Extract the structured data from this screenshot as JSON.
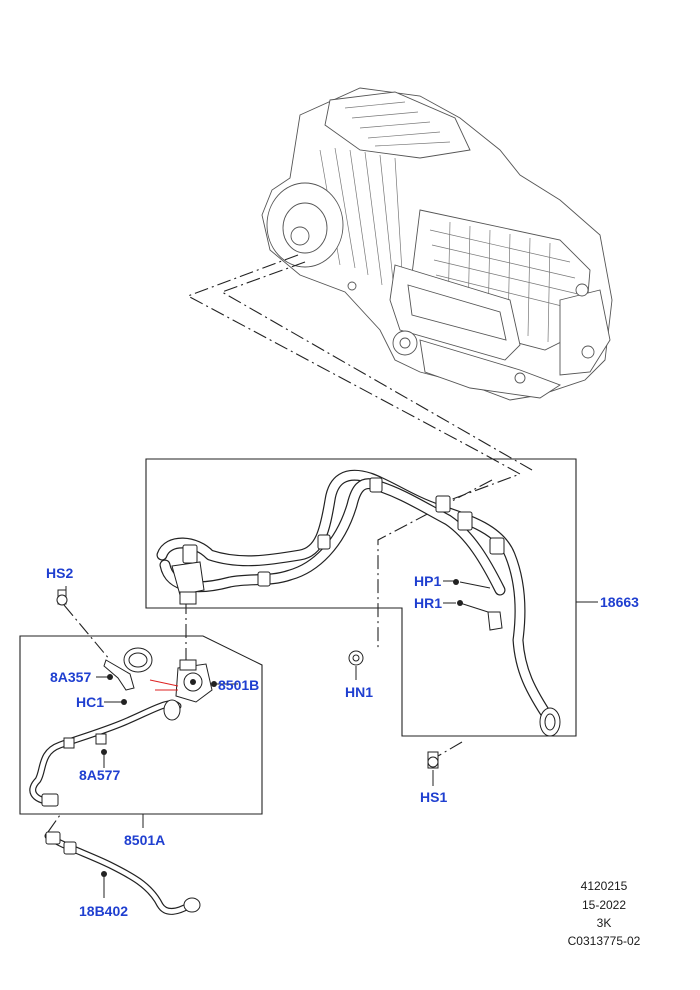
{
  "labels": {
    "hs2": "HS2",
    "hp1": "HP1",
    "hr1": "HR1",
    "l18663": "18663",
    "l8a357": "8A357",
    "l8501b": "8501B",
    "hn1": "HN1",
    "hc1": "HC1",
    "l8a577": "8A577",
    "hs1": "HS1",
    "l8501a": "8501A",
    "l18b402": "18B402"
  },
  "info": {
    "line1": "4120215",
    "line2": "15-2022",
    "line3": "3K",
    "line4": "C0313775-02"
  },
  "colors": {
    "callout": "#1f3fd0",
    "line": "#222222"
  }
}
